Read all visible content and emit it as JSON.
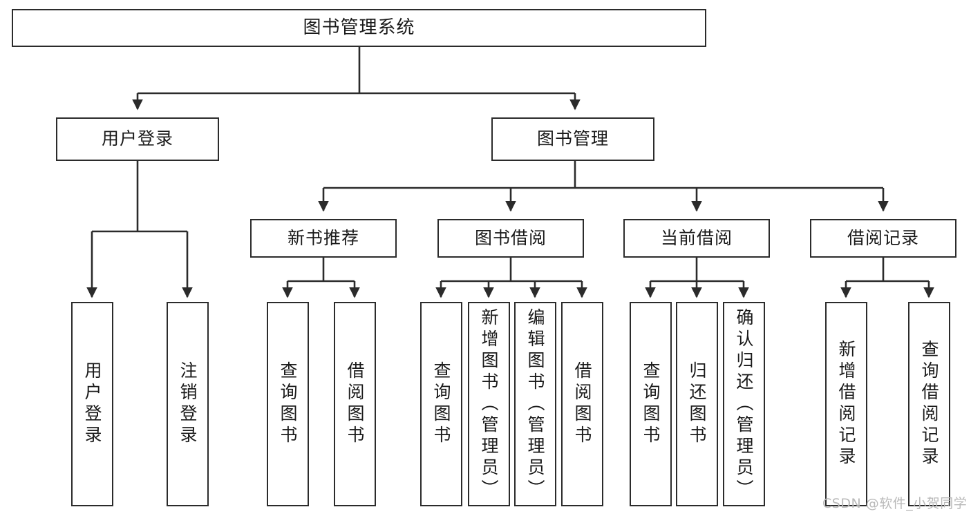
{
  "diagram": {
    "type": "tree-hierarchy-chart",
    "background": "#ffffff",
    "line_color": "#2b2b2b",
    "box_fill": "#ffffff",
    "text_color": "#1a1a1a",
    "title": "图书管理系统",
    "levels": 4
  },
  "nodes": {
    "root": {
      "label": "图书管理系统"
    },
    "level2": [
      {
        "label": "用户登录"
      },
      {
        "label": "图书管理"
      }
    ],
    "level3": [
      {
        "label": "新书推荐"
      },
      {
        "label": "图书借阅"
      },
      {
        "label": "当前借阅"
      },
      {
        "label": "借阅记录"
      }
    ],
    "leaves_user_login": [
      {
        "label": "用户登录"
      },
      {
        "label": "注销登录"
      }
    ],
    "leaves_new_book": [
      {
        "label": "查询图书"
      },
      {
        "label": "借阅图书"
      }
    ],
    "leaves_book_borrow": [
      {
        "label": "查询图书"
      },
      {
        "label": "新增图书（管理员）"
      },
      {
        "label": "编辑图书（管理员）"
      },
      {
        "label": "借阅图书"
      }
    ],
    "leaves_current_borrow": [
      {
        "label": "查询图书"
      },
      {
        "label": "归还图书"
      },
      {
        "label": "确认归还（管理员）"
      }
    ],
    "leaves_borrow_record": [
      {
        "label": "新增借阅记录"
      },
      {
        "label": "查询借阅记录"
      }
    ]
  },
  "watermark": {
    "text": "CSDN @软件_小贺同学"
  }
}
